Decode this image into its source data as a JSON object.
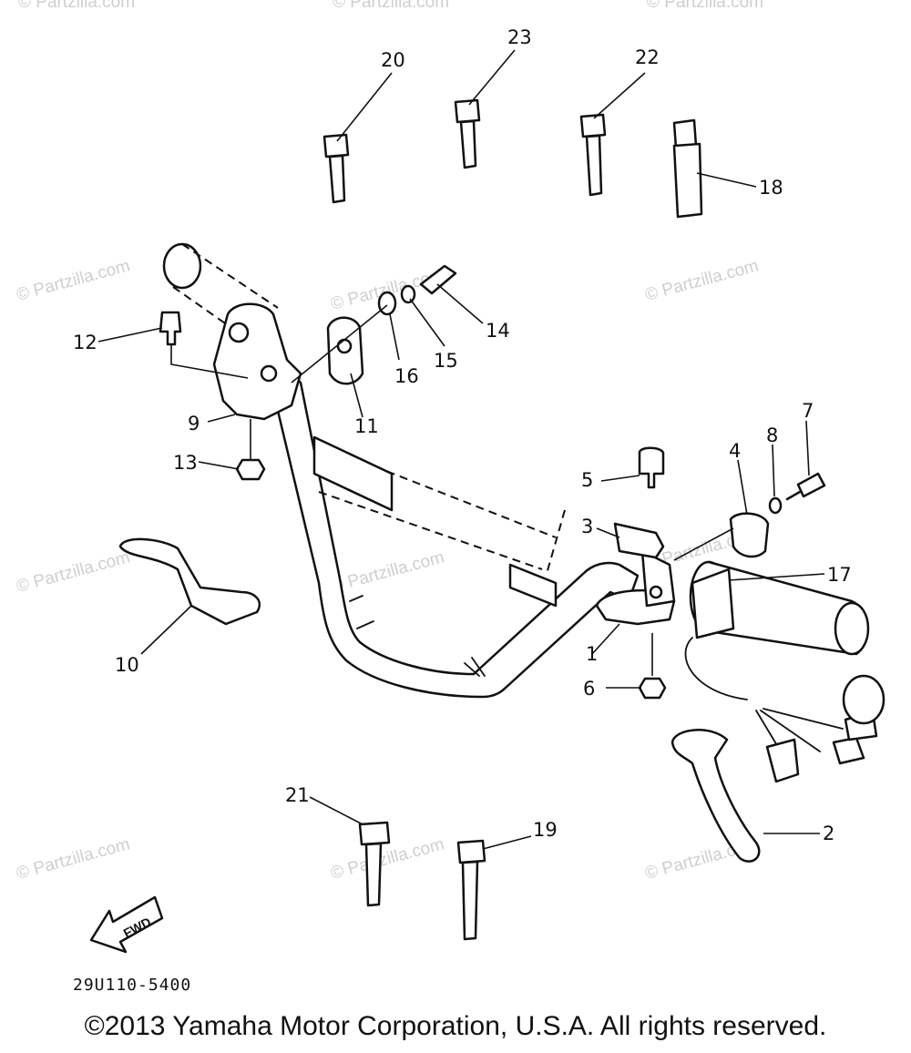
{
  "watermarks": [
    "© Partzilla.com",
    "© Partzilla.com",
    "© Partzilla.com",
    "© Partzilla.com",
    "© Partzilla.com",
    "© Partzilla.com",
    "© Partzilla.com",
    "© Partzilla.com",
    "© Partzilla.com",
    "© Partzilla.com",
    "© Partzilla.com",
    "© Partzilla.com"
  ],
  "callouts": [
    "20",
    "23",
    "22",
    "18",
    "14",
    "15",
    "16",
    "12",
    "11",
    "9",
    "13",
    "7",
    "8",
    "4",
    "5",
    "3",
    "17",
    "1",
    "10",
    "6",
    "2",
    "21",
    "19"
  ],
  "fwd_label": "FWD",
  "diagram_code": "29U110-5400",
  "copyright": "©2013 Yamaha Motor Corporation, U.S.A. All rights reserved."
}
